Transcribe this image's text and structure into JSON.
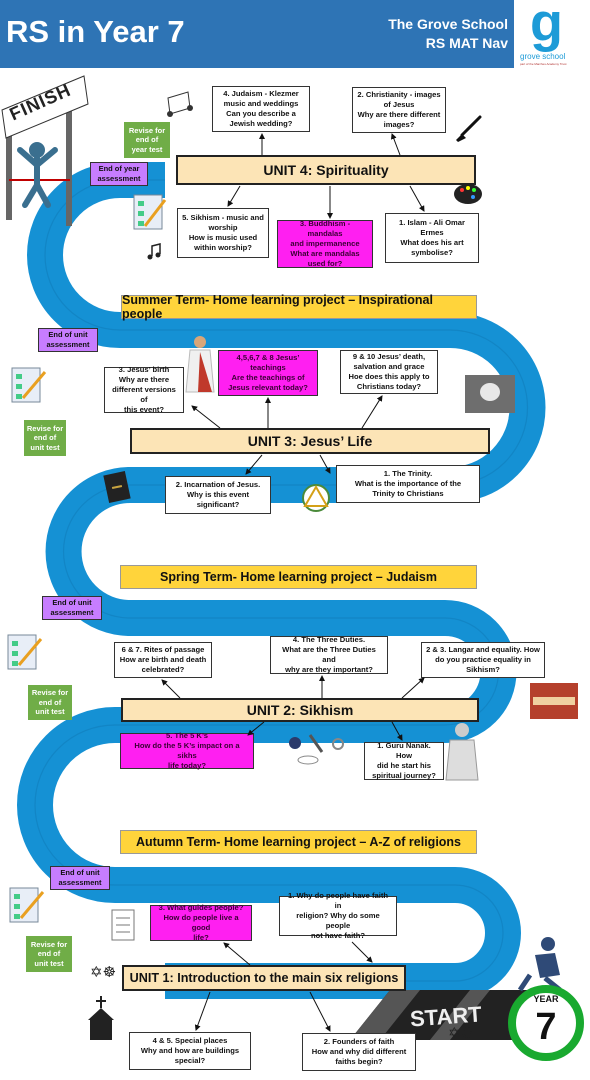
{
  "header": {
    "title": "RS in Year 7",
    "school_line1": "The Grove School",
    "school_line2": "RS  MAT Nav",
    "logo_letter": "g",
    "logo_text": "grove school",
    "logo_sub": "part of the Marches Academy Trust"
  },
  "colors": {
    "header_bg": "#2e74b5",
    "road": "#1591d4",
    "unit_bg": "#fce4b6",
    "term_bg": "#ffd43b",
    "highlight": "#ff1ff1",
    "assessment": "#c77dff",
    "revise": "#70ad47",
    "year_ring": "#19a92f"
  },
  "finish_label": "FINISH",
  "start_label": "START",
  "units": {
    "unit4": "UNIT 4: Spirituality",
    "unit3": "UNIT 3: Jesus’ Life",
    "unit2": "UNIT 2: Sikhism",
    "unit1": "UNIT 1: Introduction to the main six religions"
  },
  "terms": {
    "summer": "Summer Term- Home learning project – Inspirational people",
    "spring": "Spring Term- Home learning project – Judaism",
    "autumn": "Autumn Term- Home learning project – A-Z of religions"
  },
  "unit4_boxes": {
    "judaism": [
      "4. Judaism  - Klezmer",
      "music and weddings",
      "Can you describe a",
      "Jewish wedding?"
    ],
    "christianity": [
      "2. Christianity - images",
      "of Jesus",
      "Why are there different",
      "images?"
    ],
    "sikhism": [
      "5. Sikhism - music and",
      "worship",
      "How is music used",
      "within worship?"
    ],
    "buddhism": [
      "3. Buddhism - mandalas",
      "and impermanence",
      "What are mandalas",
      "used for?"
    ],
    "islam": [
      "1. Islam - Ali Omar",
      "Ermes",
      "What does his art",
      "symbolise?"
    ]
  },
  "unit3_boxes": {
    "birth": [
      "3. Jesus’ birth",
      "Why are there",
      "different versions of",
      "this event?"
    ],
    "teachings": [
      "4,5,6,7 & 8 Jesus’",
      "teachings",
      "Are the teachings of",
      "Jesus relevant today?"
    ],
    "death": [
      "9 & 10  Jesus’ death,",
      "salvation and grace",
      "Hoe does this apply to",
      "Christians today?"
    ],
    "incarnation": [
      "2. Incarnation of Jesus.",
      "Why is this event",
      "significant?"
    ],
    "trinity": [
      "1.    The Trinity.",
      "What is the importance of the",
      "Trinity to Christians"
    ]
  },
  "unit2_boxes": {
    "rites": [
      "6 & 7. Rites of passage",
      "How are birth and death",
      "celebrated?"
    ],
    "duties": [
      "4. The Three Duties.",
      "What are the Three Duties and",
      "why are they important?"
    ],
    "langar": [
      "2 & 3. Langar and equality. How",
      "do you practice equality in",
      "Sikhism?"
    ],
    "ks": [
      "5. The 5 K’s",
      "How do the 5 K’s impact on a sikhs",
      "life today?"
    ],
    "nanak": [
      "1. Guru Nanak. How",
      "did he start his",
      "spiritual journey?"
    ]
  },
  "unit1_boxes": {
    "guides": [
      "3. What guides people?",
      "How do people live a good",
      "life?"
    ],
    "faith": [
      "1. Why do people have faith in",
      "religion? Why do some people",
      "not have faith?"
    ],
    "places": [
      "4 & 5. Special places",
      "Why and how are buildings",
      "special?"
    ],
    "founders": [
      "2. Founders of faith",
      "How and why did different",
      "faiths begin?"
    ]
  },
  "assessments": {
    "end_of_year": [
      "End of year",
      "assessment"
    ],
    "unit3": [
      "End of unit",
      "assessment"
    ],
    "unit2": [
      "End of unit",
      "assessment"
    ],
    "unit1": [
      "End of unit",
      "assessment"
    ]
  },
  "revise": {
    "year": [
      "Revise for",
      "end of",
      "year  test"
    ],
    "unit3": [
      "Revise for",
      "end of",
      "unit test"
    ],
    "unit2": [
      "Revise for",
      "end of",
      "unit test"
    ],
    "unit1": [
      "Revise for",
      "end of",
      "unit test"
    ]
  },
  "year_badge": {
    "word": "YEAR",
    "number": "7"
  }
}
